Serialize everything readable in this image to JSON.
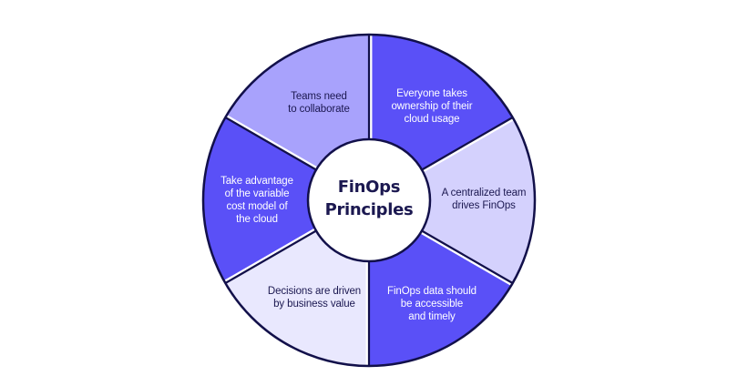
{
  "diagram": {
    "title": "FinOps\nPrinciples",
    "colors": {
      "stroke": "#12104a",
      "dark_segment": "#5a50f7",
      "medium_segment": "#a8a2fc",
      "light_segment": "#d4d1fd",
      "lightest_segment": "#e9e8fe",
      "center_fill": "#ffffff"
    },
    "segments": [
      {
        "id": "teams-collaborate",
        "text": "Teams need\nto  collaborate",
        "color": "#a8a2fc",
        "position": "top-left"
      },
      {
        "id": "ownership",
        "text": "Everyone takes\nownership of their\ncloud usage",
        "color": "#5a50f7",
        "position": "top-right"
      },
      {
        "id": "centralized-team",
        "text": "A centralized team\ndrives FinOps",
        "color": "#d4d1fd",
        "position": "right"
      },
      {
        "id": "accessible-data",
        "text": "FinOps data should\nbe accessible\nand timely",
        "color": "#5a50f7",
        "position": "bottom-right"
      },
      {
        "id": "business-value",
        "text": "Decisions are driven\nby business value",
        "color": "#e9e8fe",
        "position": "bottom-left"
      },
      {
        "id": "variable-cost",
        "text": "Take advantage\nof the variable\ncost model of\nthe cloud",
        "color": "#5a50f7",
        "position": "left"
      }
    ]
  }
}
